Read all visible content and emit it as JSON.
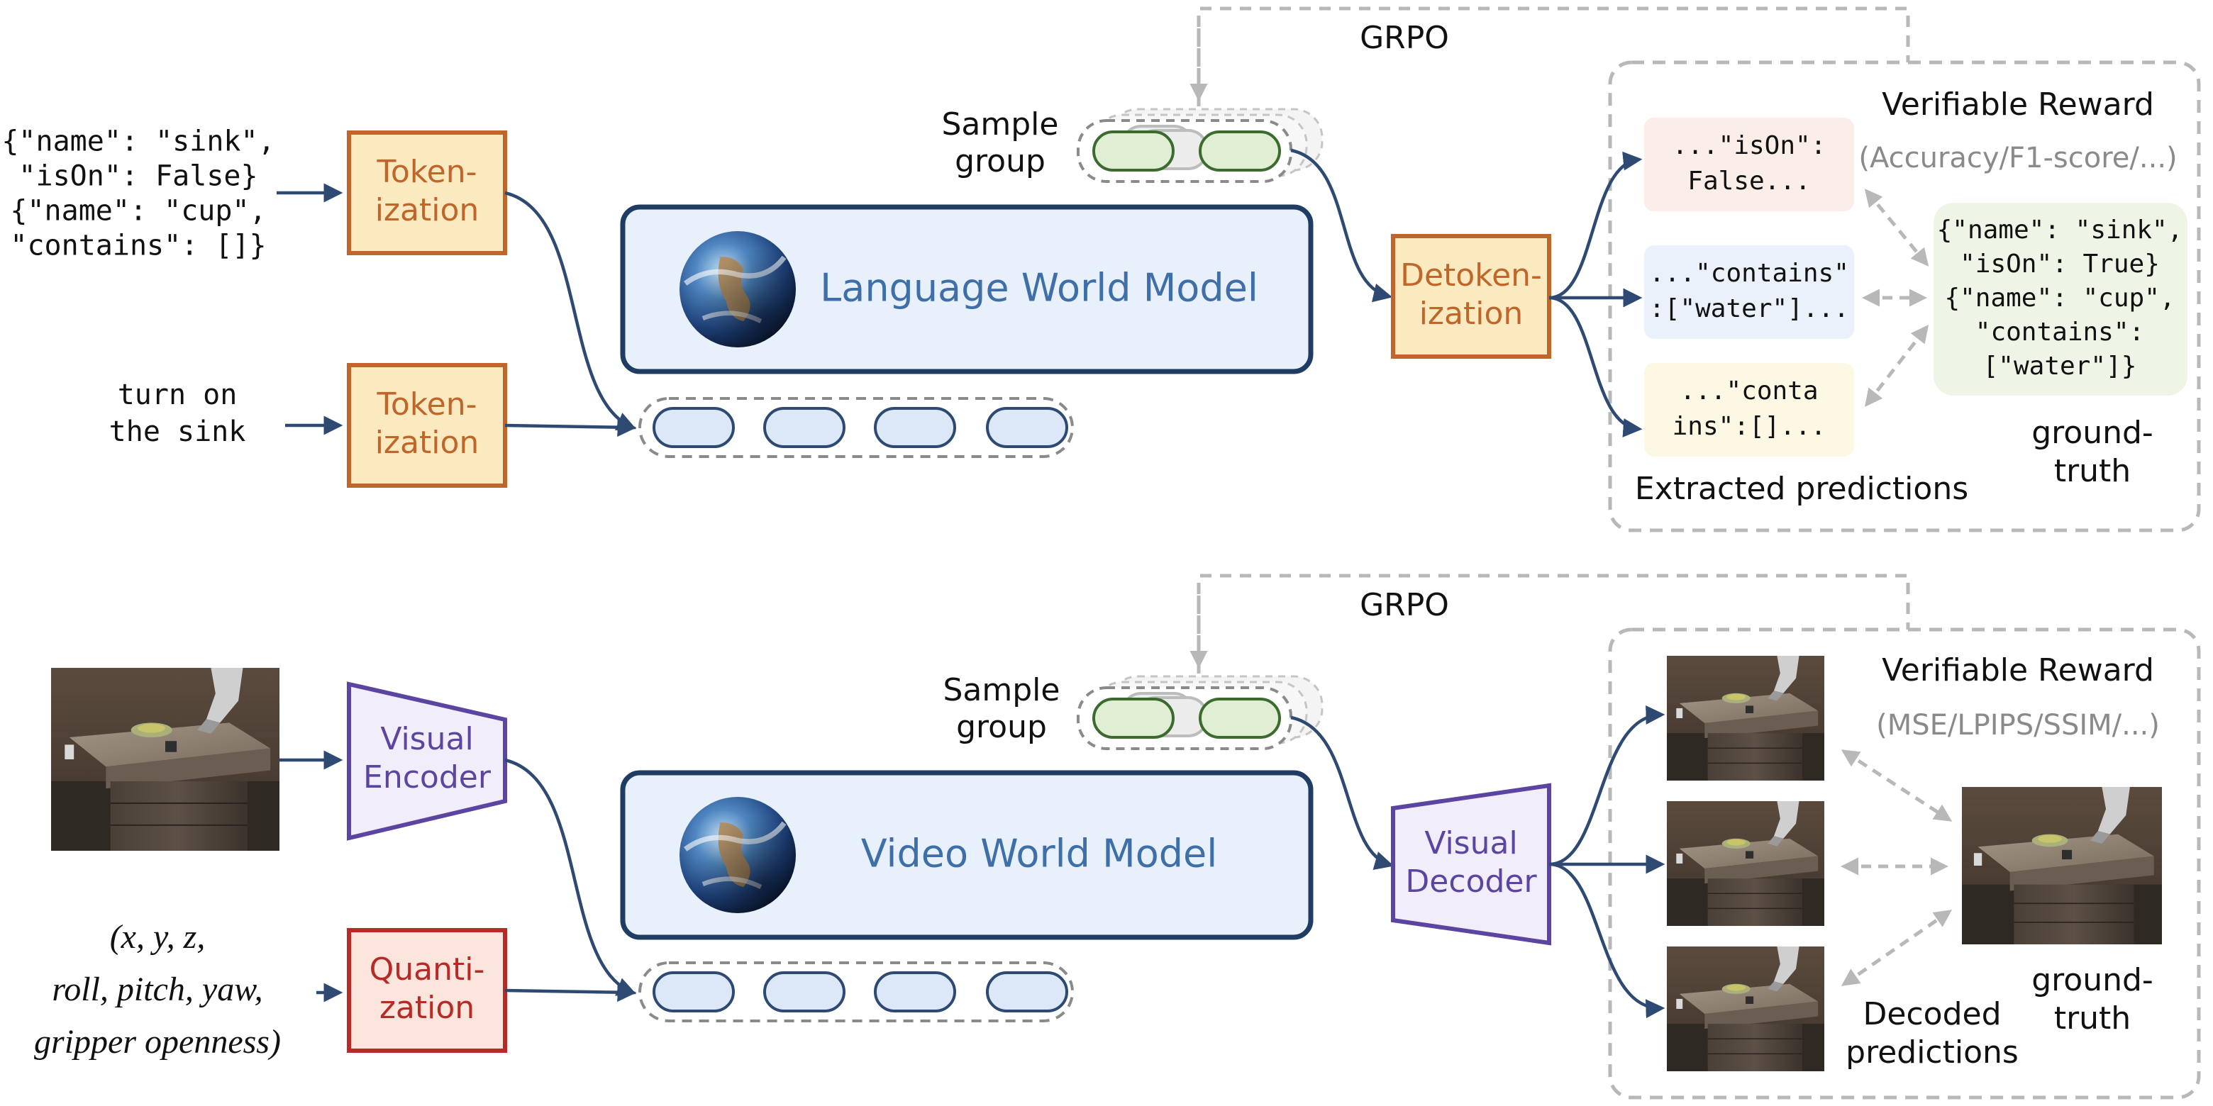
{
  "top": {
    "inputs": {
      "state_lines": [
        "{\"name\": \"sink\",",
        " \"isOn\": False}",
        "{\"name\": \"cup\",",
        "\"contains\": []}"
      ],
      "action_lines": [
        "turn on",
        "the sink"
      ]
    },
    "tokenizer_state_lines": [
      "Token-",
      "ization"
    ],
    "tokenizer_action_lines": [
      "Token-",
      "ization"
    ],
    "model_name": "Language World Model",
    "sample_group_lines": [
      "Sample",
      "group"
    ],
    "grpo": "GRPO",
    "decoder_lines": [
      "Detoken-",
      "ization"
    ],
    "reward_title": "Verifiable Reward",
    "reward_metrics": "(Accuracy/F1-score/...)",
    "predictions": [
      {
        "lines": [
          "...\"isOn\":",
          "False..."
        ],
        "color": "#fbeee8"
      },
      {
        "lines": [
          "...\"contains\"",
          ":[\"water\"]..."
        ],
        "color": "#eaf1fa"
      },
      {
        "lines": [
          "...\"conta",
          "ins\":[]..."
        ],
        "color": "#fdf8e4"
      }
    ],
    "predictions_label": "Extracted predictions",
    "ground_truth_lines": [
      "{\"name\": \"sink\",",
      " \"isOn\": True}",
      "{\"name\": \"cup\",",
      " \"contains\":",
      " [\"water\"]}"
    ],
    "ground_truth_label_lines": [
      "ground-",
      "truth"
    ]
  },
  "bottom": {
    "inputs": {
      "action_lines": [
        "(x, y, z,",
        "roll, pitch, yaw,",
        "gripper openness)"
      ]
    },
    "encoder_lines": [
      "Visual",
      "Encoder"
    ],
    "quantizer_lines": [
      "Quanti-",
      "zation"
    ],
    "model_name": "Video World Model",
    "sample_group_lines": [
      "Sample",
      "group"
    ],
    "grpo": "GRPO",
    "decoder_lines": [
      "Visual",
      "Decoder"
    ],
    "reward_title": "Verifiable Reward",
    "reward_metrics": "(MSE/LPIPS/SSIM/...)",
    "predictions_label_lines": [
      "Decoded",
      "predictions"
    ],
    "ground_truth_label_lines": [
      "ground-",
      "truth"
    ]
  },
  "colors": {
    "arrow": "#2e4a73",
    "orange_fill": "#fbe9c0",
    "orange_stroke": "#c0662a",
    "orange_text": "#c0662a",
    "red_fill": "#fbe5dd",
    "red_stroke": "#b72a25",
    "red_text": "#b72a25",
    "purple_fill": "#f1edfb",
    "purple_stroke": "#5b45a0",
    "purple_text": "#5b45a0",
    "model_fill": "#e8f0fb",
    "model_stroke": "#1f3c63",
    "model_text": "#3e6fa8",
    "token_blue": "#dce8f7",
    "token_blue_stroke": "#2e4a73",
    "token_green": "#e0efd4",
    "token_green_stroke": "#3d6b2f",
    "gray_dash": "#b8b8b8",
    "gt_fill": "#eef5e6",
    "reward_gray": "#8a8a8a"
  }
}
